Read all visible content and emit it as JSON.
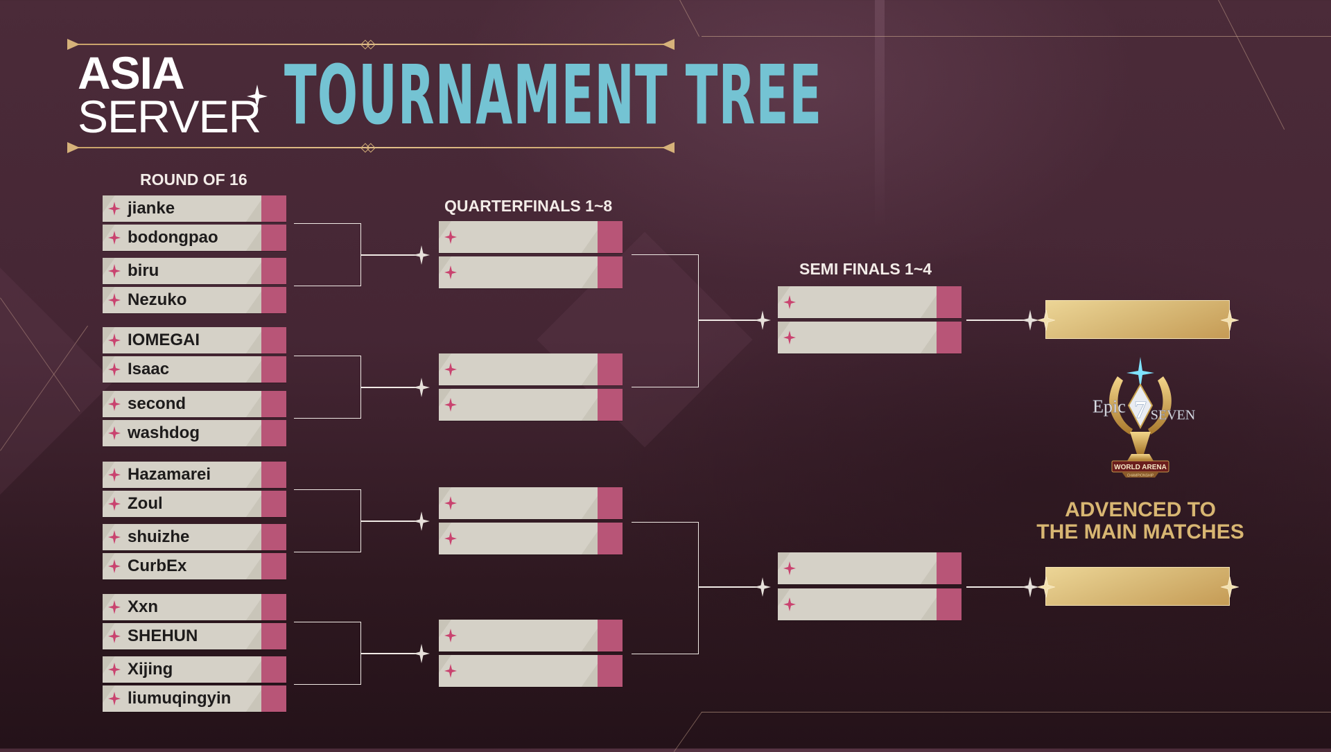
{
  "header": {
    "region_line1": "ASIA",
    "region_line2": "SERVER",
    "title": "TOURNAMENT TREE"
  },
  "rounds": {
    "r16_label": "ROUND OF 16",
    "qf_label": "QUARTERFINALS 1~8",
    "sf_label": "SEMI FINALS 1~4"
  },
  "round_of_16": {
    "players": [
      "jianke",
      "bodongpao",
      "biru",
      "Nezuko",
      "IOMEGAI",
      "Isaac",
      "second",
      "washdog",
      "Hazamarei",
      "Zoul",
      "shuizhe",
      "CurbEx",
      "Xxn",
      "SHEHUN",
      "Xijing",
      "liumuqingyin"
    ]
  },
  "quarterfinals": {
    "slots": [
      "",
      "",
      "",
      "",
      "",
      "",
      "",
      ""
    ]
  },
  "semifinals": {
    "slots": [
      "",
      "",
      "",
      ""
    ]
  },
  "finals": {
    "advanced_slots": [
      "",
      ""
    ],
    "advanced_label_line1": "ADVENCED TO",
    "advanced_label_line2": "THE MAIN MATCHES"
  },
  "logo": {
    "game_name_left": "Epic",
    "game_number": "7",
    "game_name_right": "SEVEN",
    "badge": "WORLD ARENA",
    "badge_sub": "CHAMPIONSHIP"
  },
  "colors": {
    "background": "#4a2a38",
    "title_cyan": "#74c3d3",
    "slot_fill": "#d5d1c7",
    "slot_accent_pink": "#b85577",
    "gold": "#d9bb79",
    "gold_text": "#d8b672",
    "ornament_gold": "#d6b27a"
  }
}
